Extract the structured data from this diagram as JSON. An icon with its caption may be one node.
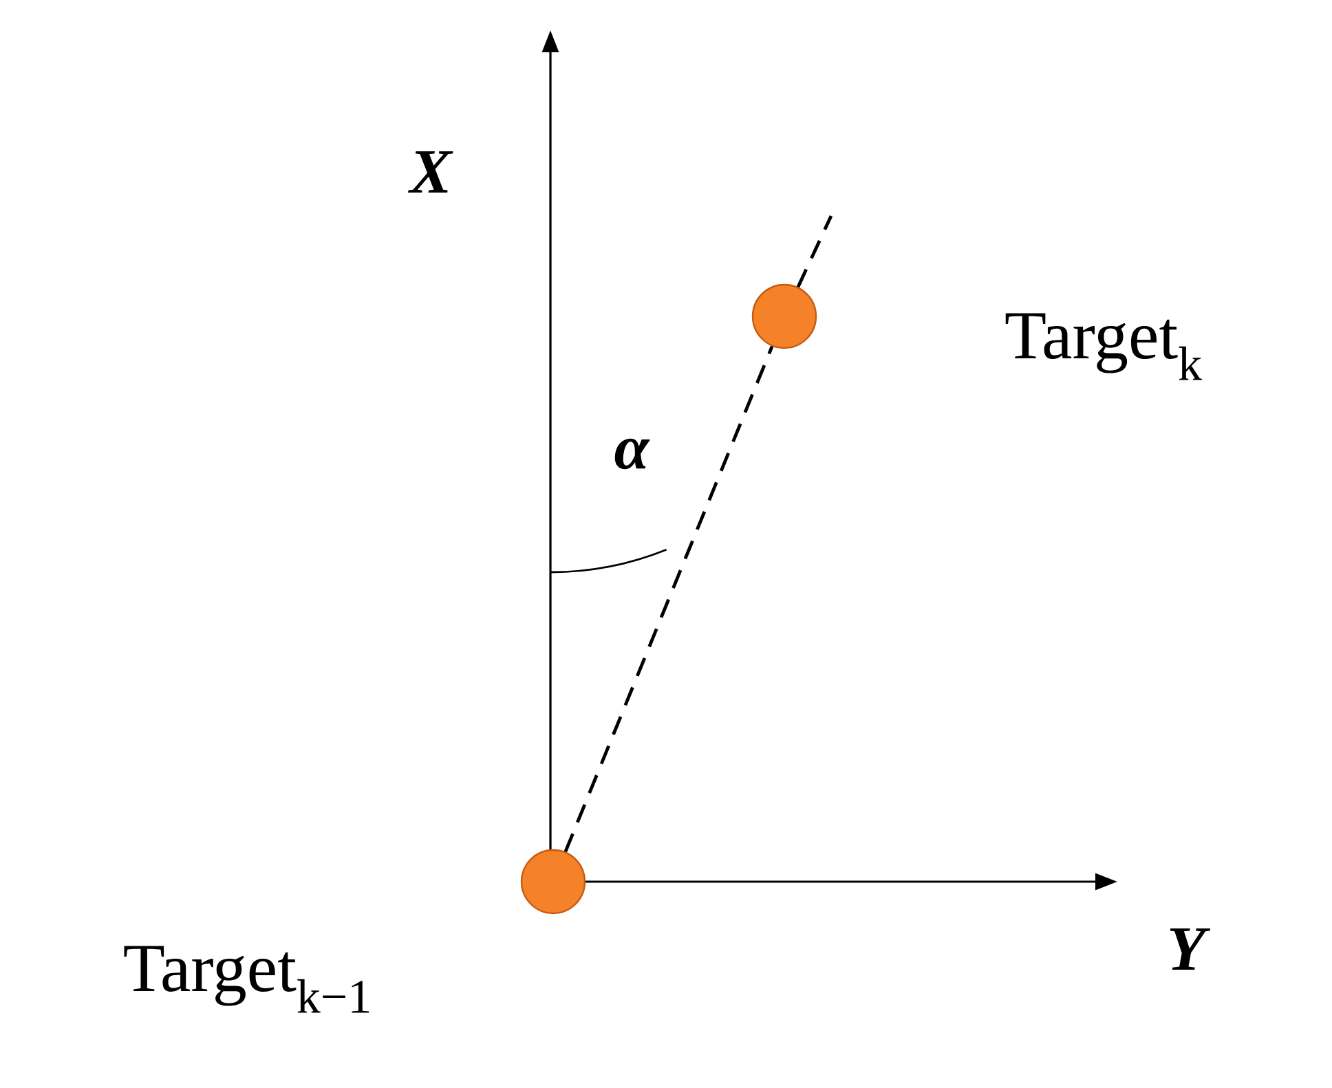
{
  "diagram": {
    "nodes": [
      {
        "text": [],
        "shape": "circle",
        "beside": [
          "Target$_{k−1}$"
        ]
      },
      {
        "text": [],
        "shape": "circle",
        "beside": [
          "Target$_{k}$"
        ]
      }
    ],
    "edges": [
      {
        "from": 0,
        "to": 1,
        "arrow": "none",
        "style": "dashed"
      }
    ],
    "labels": [
      "X",
      "α",
      "Y"
    ]
  }
}
